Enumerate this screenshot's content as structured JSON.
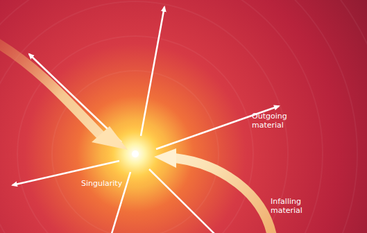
{
  "diagram": {
    "labels": [
      "Outgoing material",
      "Singularity",
      "Infalling material"
    ]
  }
}
